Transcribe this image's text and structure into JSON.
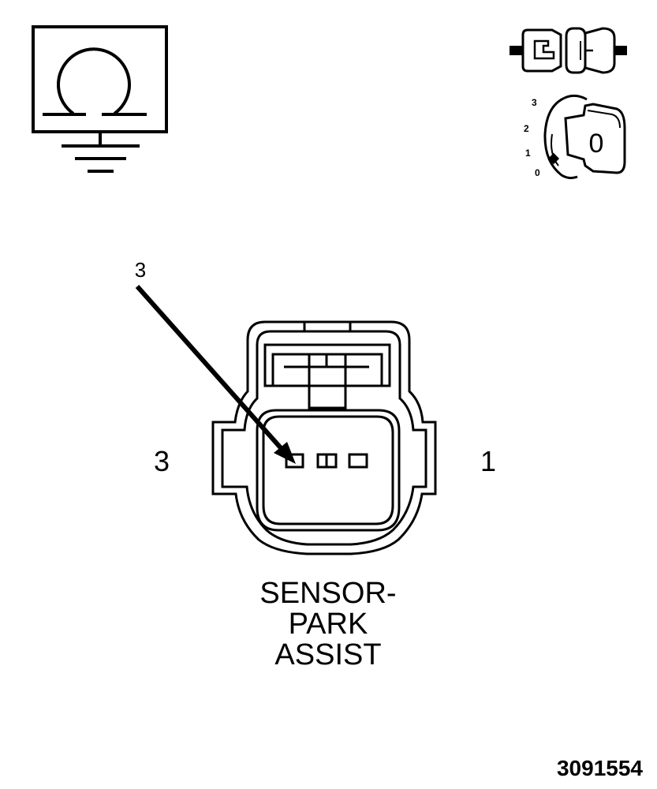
{
  "key_switch": {
    "positions": [
      "3",
      "2",
      "1",
      "0"
    ],
    "key_label": "0"
  },
  "callout": {
    "pin_number": "3"
  },
  "connector": {
    "left_pin_label": "3",
    "right_pin_label": "1",
    "name_lines": [
      "SENSOR-",
      "PARK",
      "ASSIST"
    ]
  },
  "figure_id": "3091554",
  "icons": [
    "ohmmeter-ground-icon",
    "connector-pair-icon",
    "ignition-key-icon",
    "callout-arrow",
    "sensor-connector"
  ]
}
